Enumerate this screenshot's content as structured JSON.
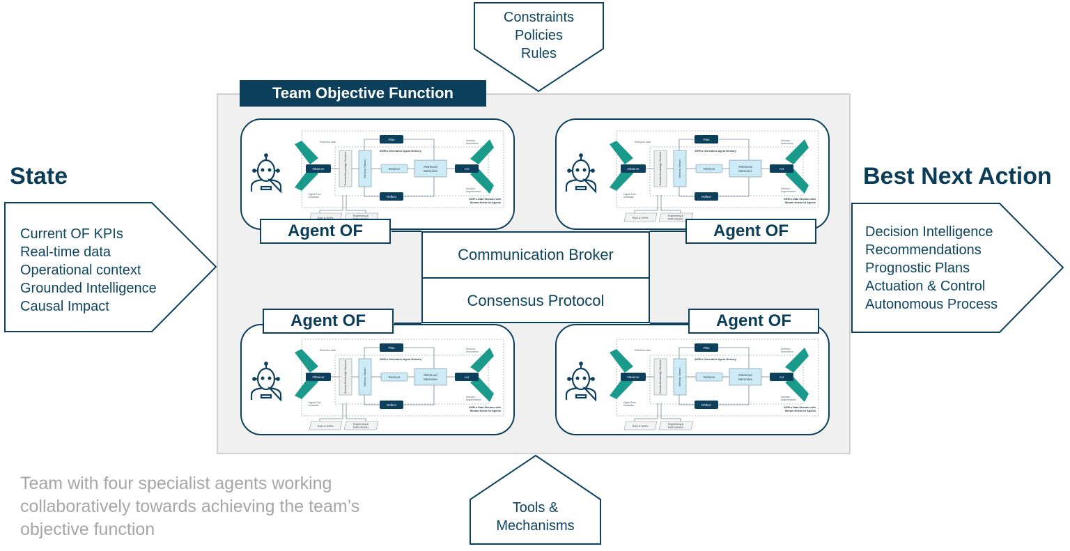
{
  "constraints_box": {
    "lines": [
      "Constraints",
      "Policies",
      "Rules"
    ]
  },
  "tools_box": {
    "lines": [
      "Tools &",
      "Mechanisms"
    ]
  },
  "state": {
    "title": "State",
    "items": [
      "Current OF KPIs",
      "Real-time data",
      "Operational context",
      "Grounded Intelligence",
      "Causal Impact"
    ]
  },
  "best_next_action": {
    "title": "Best Next Action",
    "items": [
      "Decision Intelligence",
      "Recommendations",
      "Prognostic Plans",
      "Actuation & Control",
      "Autonomous Process"
    ]
  },
  "team": {
    "title": "Team Objective Function"
  },
  "agents": [
    {
      "label": "Agent OF"
    },
    {
      "label": "Agent OF"
    },
    {
      "label": "Agent OF"
    },
    {
      "label": "Agent OF"
    }
  ],
  "broker": {
    "communication": "Communication Broker",
    "consensus": "Consensus Protocol"
  },
  "mini_diagram": {
    "observe": "Observe",
    "plan": "Plan",
    "reflect": "Reflect",
    "retrieve": "Retrieve",
    "retrieved_memories": [
      "Retrieved",
      "Memories"
    ],
    "act": "Act",
    "domain_knowledge": "Domain Knowledge Services",
    "memory_stream": "Memory Stream",
    "memory_title": "XMPro Generative Agent Memory",
    "streams_title": [
      "XMPro Data Streams with",
      "Stream Hosts for Agents"
    ],
    "rag": "RAG & SOPs",
    "eng": [
      "Engineering &",
      "Math Libraries"
    ],
    "realtime": "Real-time data",
    "digital_twin": [
      "Digital Twin",
      "metadata"
    ],
    "decision_automation": [
      "Decision",
      "Automation"
    ],
    "decision_augmentation": [
      "Decision",
      "Augmentation"
    ]
  },
  "caption": {
    "lines": [
      "Team with four specialist agents working",
      "collaboratively towards achieving the team’s",
      "objective function"
    ]
  },
  "colors": {
    "navy": "#0b3f5c",
    "teal": "#1a9a8a",
    "light_blue": "#cdeaf7",
    "panel_gray": "#f0f0f0",
    "caption_gray": "#a6a6a6"
  }
}
